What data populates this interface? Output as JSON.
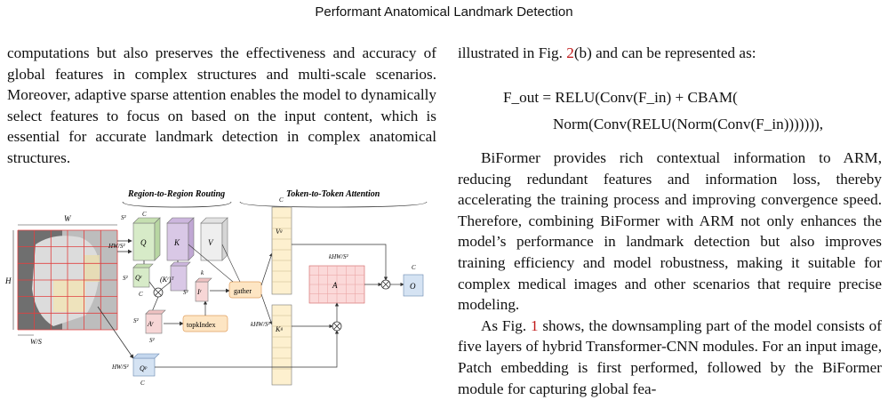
{
  "header": {
    "title": "Performant Anatomical Landmark Detection"
  },
  "left_column": {
    "paragraph": "computations but also preserves the effectiveness and accuracy of global features in complex structures and multi-scale scenarios. Moreover, adaptive sparse attention enables the model to dynamically select features to focus on based on the input content, which is essential for accurate landmark detection in complex anatomical structures."
  },
  "figure": {
    "section_titles": [
      "Region-to-Region Routing",
      "Token-to-Token Attention"
    ],
    "image_labels": {
      "width": "W",
      "height": "H",
      "patch": "W/S"
    },
    "dims": {
      "s2": "S²",
      "c": "C",
      "hw_s2": "HW/S²",
      "k": "k",
      "khw_s2": "kHW/S²"
    },
    "nodes": {
      "q": "Q",
      "k": "K",
      "v": "V",
      "qr": "Qʳ",
      "krt": "(Kʳ)ᵀ",
      "ar": "Aʳ",
      "ir": "Iʳ",
      "topk": "topkIndex",
      "gather": "gather",
      "vg": "Vᵍ",
      "kg": "Kᵍ",
      "a": "A",
      "o": "O",
      "qp": "Qᵖ"
    },
    "colors": {
      "q": "#d7ebc8",
      "k": "#d9c8e6",
      "v": "#eeeeee",
      "ar": "#f7d6d6",
      "topk": "#fde5c3",
      "gather": "#fde5c3",
      "vg": "#fdf0cf",
      "a": "#fbd9d9",
      "o": "#d5e3f3",
      "qp": "#d5e3f3",
      "grid": "#e04040"
    }
  },
  "right_column": {
    "intro": "illustrated in Fig. ",
    "intro_ref": "2",
    "intro_tail": "(b) and can be represented as:",
    "equation_line1": "F_out = RELU(Conv(F_in) + CBAM(",
    "equation_line2": "Norm(Conv(RELU(Norm(Conv(F_in))))))),",
    "para1": "BiFormer provides rich contextual information to ARM, reducing redundant features and information loss, thereby accelerating the training process and improving convergence speed. Therefore, combining BiFormer with ARM not only enhances the model’s performance in landmark detection but also improves training efficiency and model robustness, making it suitable for complex medical images and other scenarios that require precise modeling.",
    "para2_start": "As Fig. ",
    "para2_ref": "1",
    "para2_rest": " shows, the downsampling part of the model consists of five layers of hybrid Transformer-CNN modules. For an input image, Patch embedding is first performed, followed by the BiFormer module for capturing global fea-"
  }
}
